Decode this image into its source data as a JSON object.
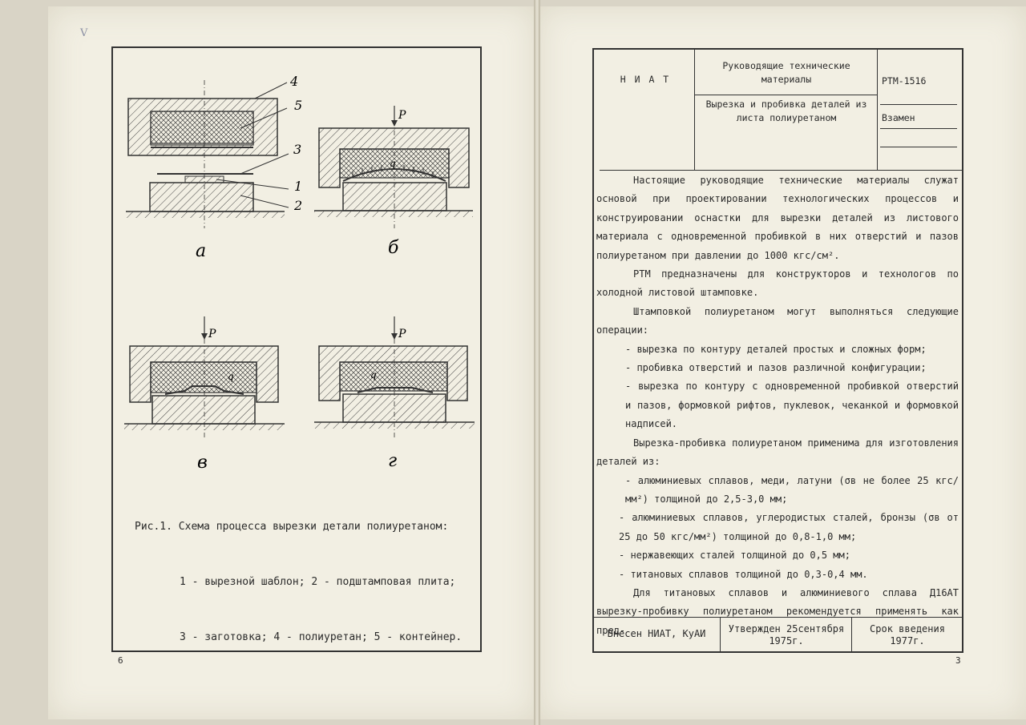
{
  "left_page": {
    "corner_mark": "V",
    "page_number": "6",
    "figure_labels": {
      "part_a": "а",
      "part_b": "б",
      "part_v": "в",
      "part_g": "г",
      "force": "P",
      "pressure": "q"
    },
    "callouts": [
      "4",
      "5",
      "3",
      "1",
      "2"
    ],
    "caption": {
      "line1": "Рис.1. Схема процесса вырезки детали полиуретаном:",
      "line2": "1 - вырезной шаблон; 2 - подштамповая плита;",
      "line3": "3 - заготовка; 4 - полиуретан; 5 - контейнер."
    }
  },
  "right_page": {
    "page_number": "3",
    "header": {
      "org": "Н И А Т",
      "category": "Руководящие технические материалы",
      "title": "Вырезка и пробивка деталей из листа полиуретаном",
      "doc_code": "РТМ-1516",
      "replaces": "Взамен"
    },
    "body": {
      "p1": "Настоящие руководящие технические материалы служат основой при проектировании технологических процессов и конструировании оснастки для вырезки деталей из листового материала с одновременной пробивкой в них отверстий и пазов полиуретаном при давлении до 1000 кгс/см².",
      "p2": "РТМ предназначены для конструкторов и технологов по холодной листовой штамповке.",
      "p3": "Штамповкой полиуретаном могут выполняться следующие операции:",
      "li1": "- вырезка по контуру деталей простых и сложных форм;",
      "li2": "- пробивка отверстий и пазов различной конфигурации;",
      "li3": "- вырезка по контуру с одновременной пробивкой отверстий и пазов, формовкой рифтов, пуклевок, чеканкой и формовкой надписей.",
      "p4": "Вырезка-пробивка полиуретаном применима для изготовления деталей из:",
      "li4": "- алюминиевых сплавов, меди, латуни (σв не более 25 кгс/мм²) толщиной до 2,5-3,0 мм;",
      "li5": "- алюминиевых сплавов, углеродистых сталей, бронзы (σв от 25 до 50 кгс/мм²) толщиной до 0,8-1,0 мм;",
      "li6": "- нержавеющих сталей толщиной до 0,5 мм;",
      "li7": "- титановых сплавов толщиной до 0,3-0,4 мм.",
      "p5": "Для титановых сплавов и алюминиевого сплава Д16АТ вырезку-пробивку полиуретаном рекомендуется применять как пред-"
    },
    "footer": {
      "submitted": "Внесен НИАТ, КуАИ",
      "approved": "Утвержден 25сентября 1975г.",
      "effective": "Срок введения 1977г."
    }
  }
}
